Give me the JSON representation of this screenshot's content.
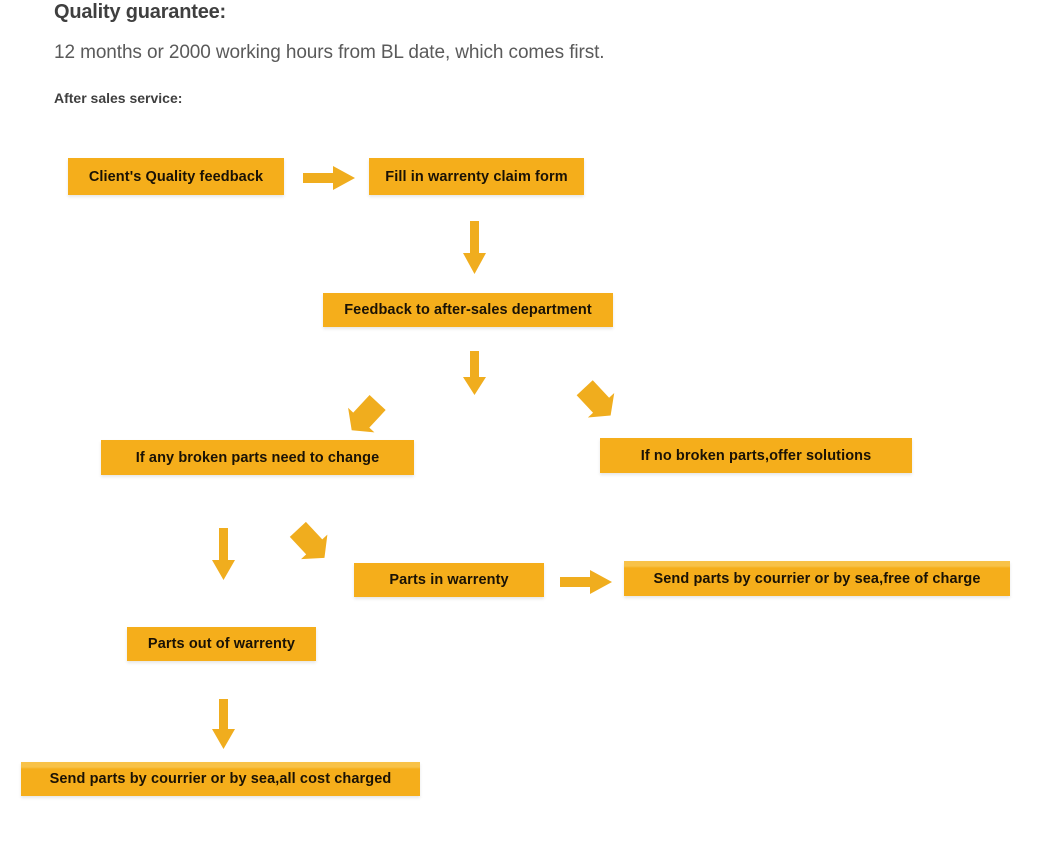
{
  "document": {
    "heading_quality": "Quality guarantee:",
    "paragraph_guarantee": "12 months or 2000 working hours from BL date, which comes first.",
    "heading_after_sales": "After sales service:"
  },
  "colors": {
    "node_fill": "#F5AE1B",
    "node_fill_light": "#F8C248",
    "arrow_fill": "#F0AD1E",
    "node_text": "#1a1205",
    "body_text": "#4a4a4a",
    "page_background": "#FFFFFF"
  },
  "flowchart": {
    "title": "After sales service flow",
    "nodes": [
      {
        "id": "client-feedback",
        "label": "Client's Quality feedback"
      },
      {
        "id": "claim-form",
        "label": "Fill in warrenty claim form"
      },
      {
        "id": "after-sales-department",
        "label": "Feedback to after-sales department"
      },
      {
        "id": "broken-parts",
        "label": "If any broken parts need to change"
      },
      {
        "id": "no-broken-parts",
        "label": "If no broken parts,offer solutions"
      },
      {
        "id": "parts-in-warrenty",
        "label": "Parts in warrenty"
      },
      {
        "id": "send-free",
        "label": "Send parts by courrier or by sea,free of charge"
      },
      {
        "id": "parts-out-warrenty",
        "label": "Parts out of warrenty"
      },
      {
        "id": "send-charged",
        "label": "Send parts by courrier or by sea,all cost charged"
      }
    ],
    "arrows": [
      {
        "id": "client-to-claim",
        "direction": "right",
        "from": "client-feedback",
        "to": "claim-form"
      },
      {
        "id": "claim-to-department",
        "direction": "down",
        "from": "claim-form",
        "to": "after-sales-department"
      },
      {
        "id": "department-to-split",
        "direction": "down",
        "from": "after-sales-department",
        "to": "branch-split"
      },
      {
        "id": "split-to-broken",
        "direction": "down-left",
        "from": "after-sales-department",
        "to": "broken-parts"
      },
      {
        "id": "split-to-no-broken",
        "direction": "down-right",
        "from": "after-sales-department",
        "to": "no-broken-parts"
      },
      {
        "id": "broken-to-out-warrenty",
        "direction": "down",
        "from": "broken-parts",
        "to": "parts-out-warrenty"
      },
      {
        "id": "broken-to-in-warrenty",
        "direction": "down-right",
        "from": "broken-parts",
        "to": "parts-in-warrenty"
      },
      {
        "id": "in-warrenty-to-send-free",
        "direction": "right",
        "from": "parts-in-warrenty",
        "to": "send-free"
      },
      {
        "id": "out-warrenty-to-charged",
        "direction": "down",
        "from": "parts-out-warrenty",
        "to": "send-charged"
      }
    ]
  }
}
